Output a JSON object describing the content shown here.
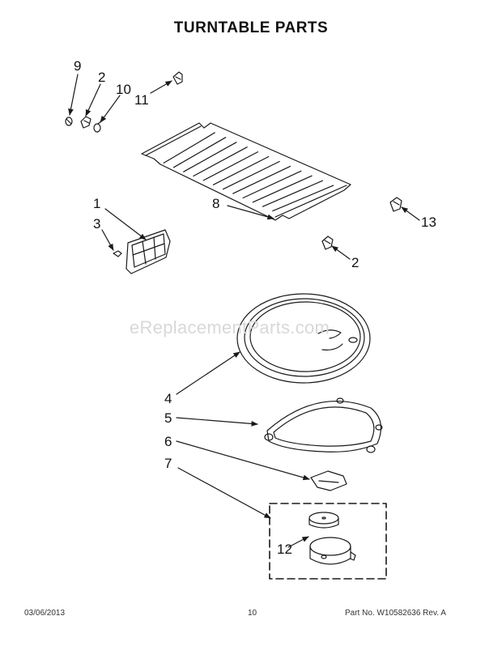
{
  "title": "TURNTABLE PARTS",
  "watermark": "eReplacementParts.com",
  "callouts": {
    "c9": "9",
    "c2a": "2",
    "c10": "10",
    "c11": "11",
    "c1": "1",
    "c3": "3",
    "c8": "8",
    "c13": "13",
    "c2b": "2",
    "c4": "4",
    "c5": "5",
    "c6": "6",
    "c7": "7",
    "c12": "12"
  },
  "footer": {
    "date": "03/06/2013",
    "page": "10",
    "part_no": "Part No. W10582636  Rev. A"
  },
  "colors": {
    "line": "#1a1a1a",
    "watermark": "#d8d8d8"
  }
}
